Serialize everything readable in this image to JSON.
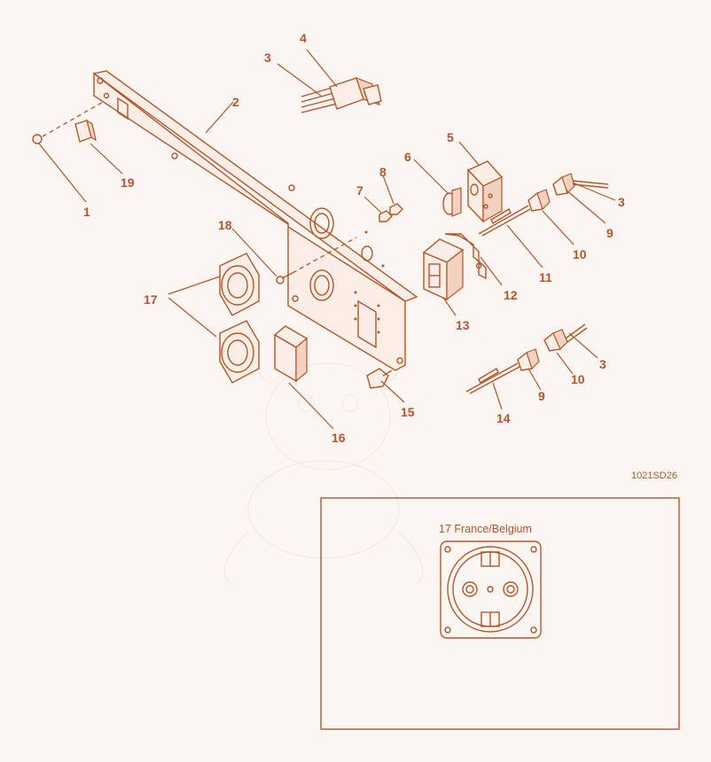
{
  "callouts": {
    "c1": "1",
    "c2": "2",
    "c3a": "3",
    "c3b": "3",
    "c3c": "3",
    "c4": "4",
    "c5": "5",
    "c6": "6",
    "c7": "7",
    "c8": "8",
    "c9a": "9",
    "c9b": "9",
    "c10a": "10",
    "c10b": "10",
    "c11": "11",
    "c12": "12",
    "c13": "13",
    "c14": "14",
    "c15": "15",
    "c16": "16",
    "c17": "17",
    "c18": "18",
    "c19": "19"
  },
  "drawing_code": "1021SD26",
  "inset": {
    "title": "17 France/Belgium"
  },
  "colors": {
    "line": "#b5552a",
    "background": "#fcf6f2"
  }
}
